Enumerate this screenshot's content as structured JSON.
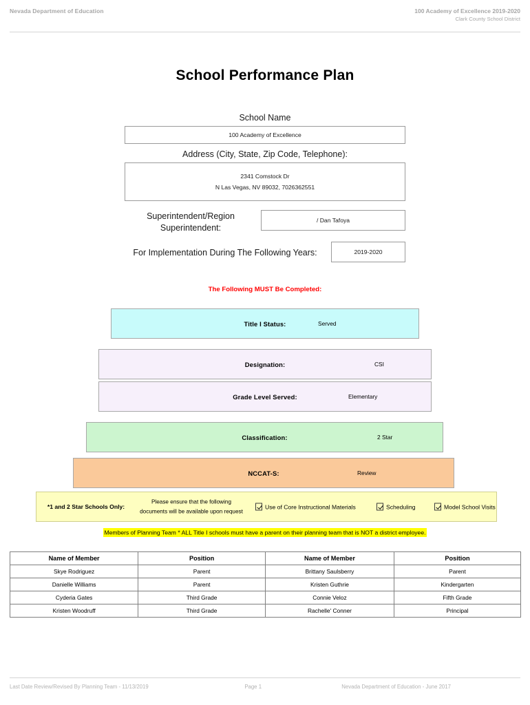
{
  "header": {
    "left": "Nevada Department of Education",
    "right_line1": "100 Academy of Excellence  2019-2020",
    "right_line2": "Clark County School District"
  },
  "title": "School Performance Plan",
  "fields": {
    "school_name_label": "School Name",
    "school_name_value": "100 Academy of Excellence",
    "address_label": "Address (City, State, Zip Code, Telephone):",
    "address_line1": "2341 Comstock Dr",
    "address_line2": "N Las Vegas, NV  89032, 7026362551",
    "superintendent_label_line1": "Superintendent/Region",
    "superintendent_label_line2": "Superintendent:",
    "superintendent_value": "/ Dan Tafoya",
    "years_label": "For Implementation During The Following Years:",
    "years_value": "2019-2020"
  },
  "must_note": "The Following MUST Be Completed:",
  "status_rows": [
    {
      "label": "Title I Status:",
      "value": "Served",
      "color": "#c8fbfb"
    },
    {
      "label": "Designation:",
      "value": "CSI",
      "color": "#f7f0fb"
    },
    {
      "label": "Grade Level Served:",
      "value": "Elementary",
      "color": "#f7f0fb"
    },
    {
      "label": "Classification:",
      "value": "2 Star",
      "color": "#ccf5cf"
    },
    {
      "label": "NCCAT-S:",
      "value": "Review",
      "color": "#fac99a"
    }
  ],
  "star_bar": {
    "title": "*1 and 2 Star Schools Only:",
    "note_line1": "Please ensure that the following",
    "note_line2": "documents will be available upon request",
    "checkboxes": [
      {
        "label": "Use of Core Instructional Materials",
        "checked": true
      },
      {
        "label": "Scheduling",
        "checked": true
      },
      {
        "label": "Model School Visits",
        "checked": true
      }
    ],
    "highlight_color": "#fefec0"
  },
  "planning_note": "Members of Planning Team * ALL Title I schools must have a parent on their planning team that is NOT a district employee.",
  "members_table": {
    "headers": [
      "Name of Member",
      "Position",
      "Name of Member",
      "Position"
    ],
    "rows": [
      [
        "Skye Rodriguez",
        "Parent",
        "Brittany Saulsberry",
        "Parent"
      ],
      [
        "Danielle Williams",
        "Parent",
        "Kristen Guthrie",
        "Kindergarten"
      ],
      [
        "Cyderia Gates",
        "Third Grade",
        "Connie Veloz",
        "Fifth Grade"
      ],
      [
        "Kristen Woodruff",
        "Third Grade",
        "Rachelle' Conner",
        "Principal"
      ]
    ]
  },
  "footer": {
    "left": "Last Date Review/Revised By Planning Team - 11/13/2019",
    "middle": "Page 1",
    "right": "Nevada Department of Education - June 2017"
  }
}
